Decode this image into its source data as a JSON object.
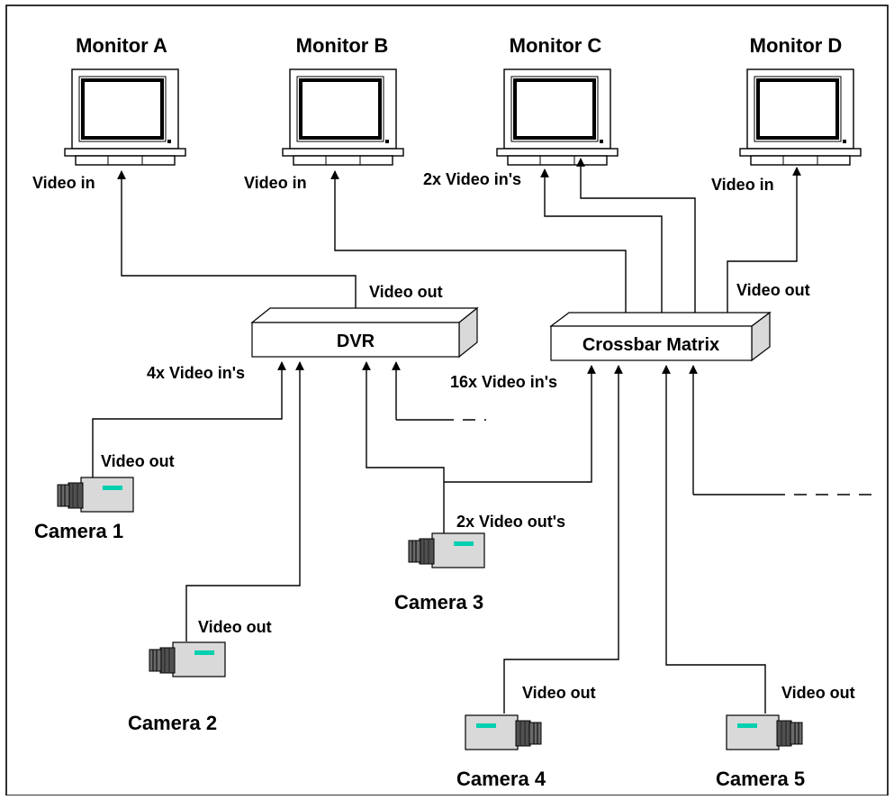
{
  "monitors": {
    "a": {
      "title": "Monitor A",
      "input": "Video in"
    },
    "b": {
      "title": "Monitor B",
      "input": "Video in"
    },
    "c": {
      "title": "Monitor C",
      "input": "2x Video in's"
    },
    "d": {
      "title": "Monitor D",
      "input": "Video in"
    }
  },
  "dvr": {
    "label": "DVR",
    "output": "Video out",
    "inputs": "4x Video in's"
  },
  "matrix": {
    "label": "Crossbar Matrix",
    "output": "Video out",
    "inputs": "16x Video in's"
  },
  "cameras": {
    "c1": {
      "name": "Camera  1",
      "output": "Video out"
    },
    "c2": {
      "name": "Camera  2",
      "output": "Video out"
    },
    "c3": {
      "name": "Camera 3",
      "output": "2x Video out's"
    },
    "c4": {
      "name": "Camera 4",
      "output": "Video out"
    },
    "c5": {
      "name": "Camera 5",
      "output": "Video out"
    }
  },
  "colors": {
    "device_fill": "#d9d9d9",
    "led": "#00d0b0",
    "lens": "#505050"
  }
}
